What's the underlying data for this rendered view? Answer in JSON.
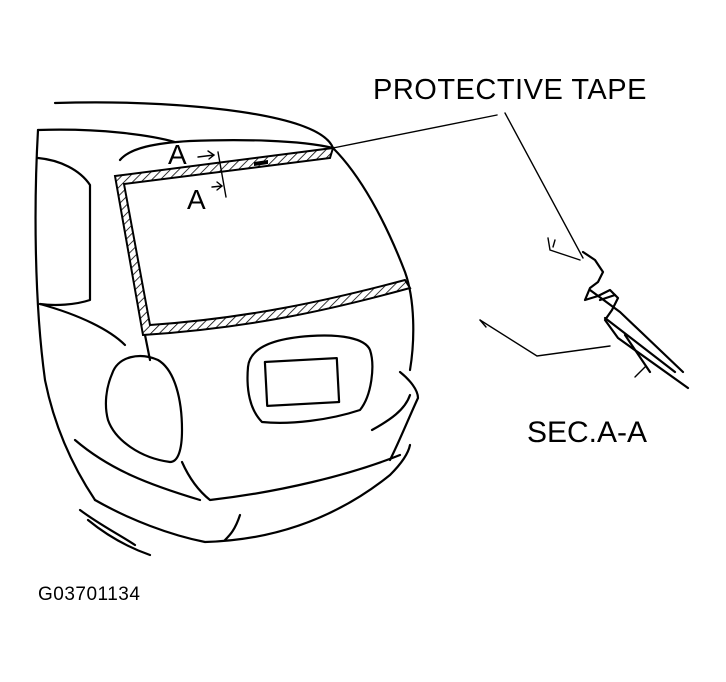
{
  "labels": {
    "protective_tape": "PROTECTIVE TAPE",
    "section": "SEC.A-A",
    "section_mark_upper": "A",
    "section_mark_lower": "A",
    "figure_code": "G03701134"
  }
}
